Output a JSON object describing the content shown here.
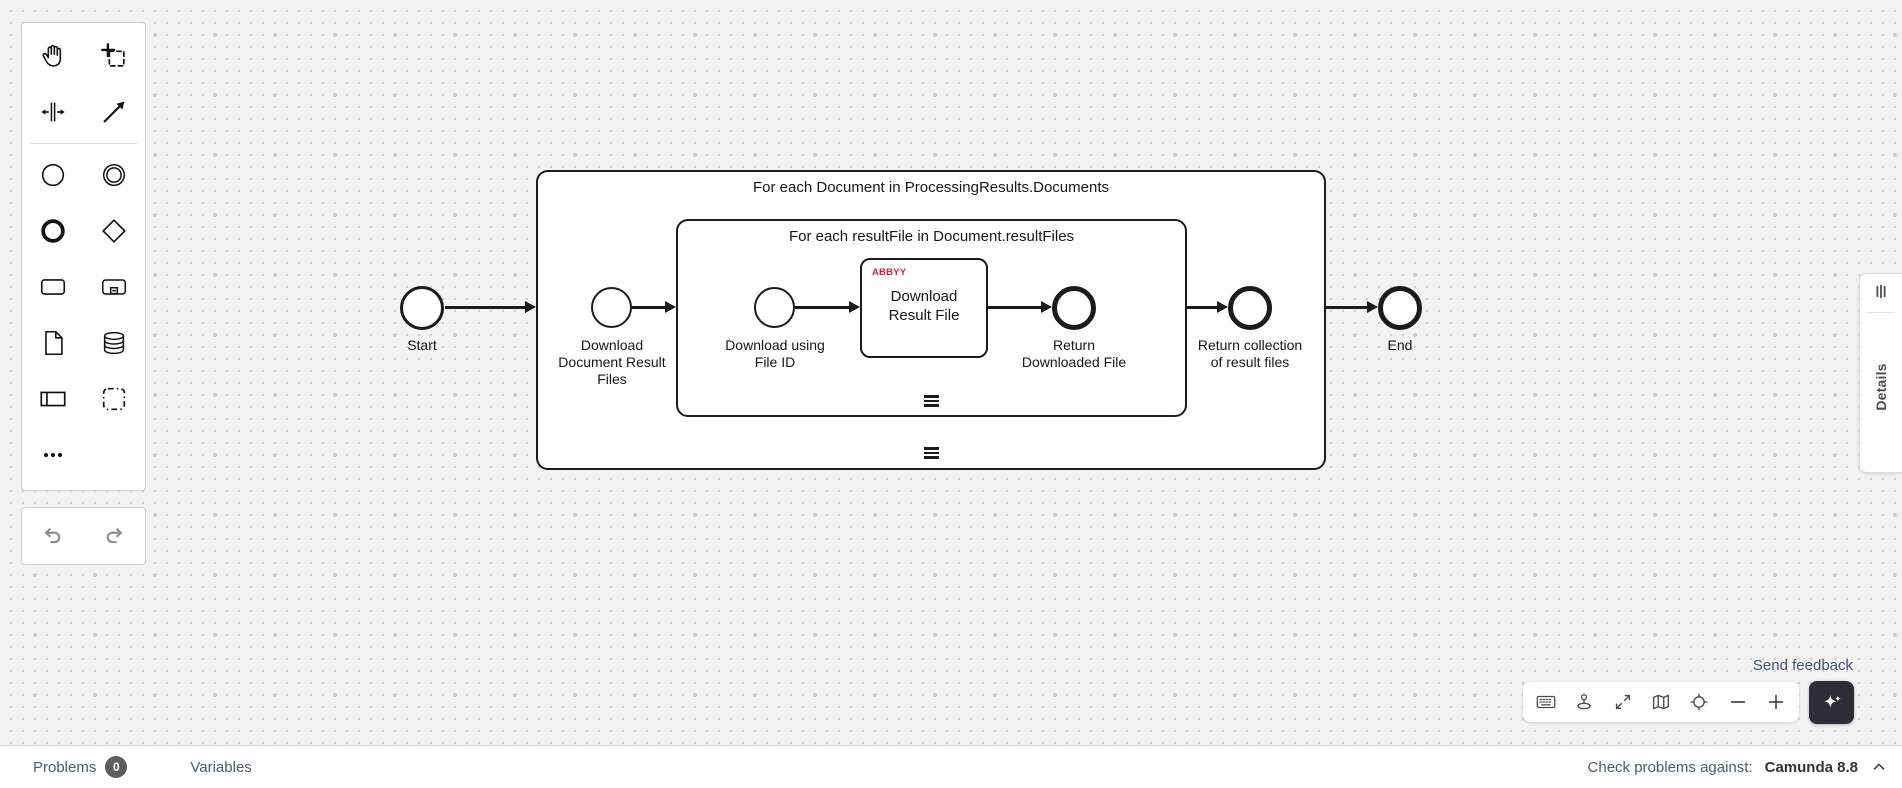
{
  "palette": {
    "tools": [
      {
        "icon": "hand-tool-icon"
      },
      {
        "icon": "lasso-tool-icon"
      },
      {
        "icon": "space-tool-icon"
      },
      {
        "icon": "global-connect-icon"
      },
      {
        "icon": "start-event-icon"
      },
      {
        "icon": "intermediate-event-icon"
      },
      {
        "icon": "end-event-icon"
      },
      {
        "icon": "gateway-icon"
      },
      {
        "icon": "task-icon"
      },
      {
        "icon": "subprocess-icon"
      },
      {
        "icon": "data-object-icon"
      },
      {
        "icon": "data-store-icon"
      },
      {
        "icon": "participant-icon"
      },
      {
        "icon": "group-icon"
      },
      {
        "icon": "more-tools-icon"
      }
    ],
    "undo_icon": "undo-icon",
    "redo_icon": "redo-icon"
  },
  "diagram": {
    "outer_subprocess_title": "For each Document in ProcessingResults.Documents",
    "inner_subprocess_title": "For each resultFile in Document.resultFiles",
    "start_label": "Start",
    "end_label": "End",
    "download_doc_results_label": "Download\nDocument Result\nFiles",
    "download_using_fileid_label": "Download using\nFile ID",
    "task_vendor": "ABBYY",
    "task_label": "Download\nResult File",
    "return_downloaded_label": "Return\nDownloaded File",
    "return_collection_label": "Return collection\nof result files"
  },
  "details_panel": {
    "label": "Details",
    "icon": "properties-panel-icon"
  },
  "feedback_label": "Send feedback",
  "canvas_toolbar": {
    "icons": [
      "keyboard-icon",
      "joystick-icon",
      "expand-icon",
      "minimap-icon",
      "crosshair-icon",
      "zoom-out-icon",
      "zoom-in-icon"
    ]
  },
  "ai_button": {
    "icon": "sparkle-icon"
  },
  "status_bar": {
    "problems_label": "Problems",
    "problems_count": "0",
    "variables_label": "Variables",
    "check_problems_label": "Check problems against:",
    "engine_version": "Camunda 8.8"
  },
  "colors": {
    "canvas_bg": "#f2f2f2",
    "diagram_stroke": "#1b1b1b",
    "abbyy_red": "#e31837",
    "ai_button_bg": "#2d2d35",
    "badge_bg": "#5d5d5d"
  }
}
